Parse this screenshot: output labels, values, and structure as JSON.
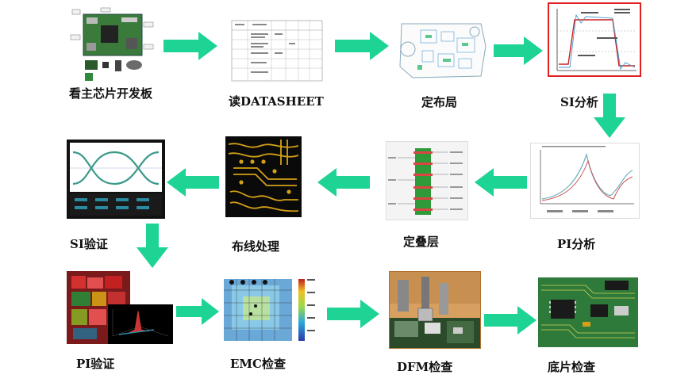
{
  "steps": [
    {
      "label": "看主芯片开发板"
    },
    {
      "label": "读DATASHEET"
    },
    {
      "label": "定布局"
    },
    {
      "label": "SI分析"
    },
    {
      "label": "PI分析"
    },
    {
      "label": "定叠层"
    },
    {
      "label": "布线处理"
    },
    {
      "label": "SI验证"
    },
    {
      "label": "PI验证"
    },
    {
      "label": "EMC检查"
    },
    {
      "label": "DFM检查"
    },
    {
      "label": "底片检查"
    }
  ],
  "colors": {
    "arrow": "#1ed494",
    "si_frame": "#e02020",
    "pcb_green": "#2e9a3a",
    "copper": "#d4a017"
  }
}
